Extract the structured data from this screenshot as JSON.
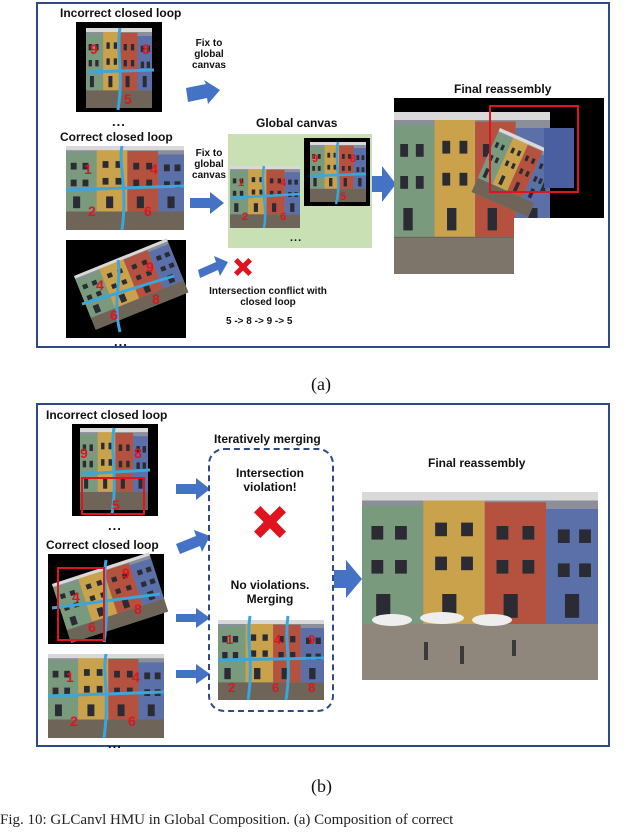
{
  "panel_a": {
    "incorrect_label": "Incorrect closed loop",
    "correct_label": "Correct closed loop",
    "fix_label_1": "Fix to global canvas",
    "fix_label_2": "Fix to global canvas",
    "global_canvas_label": "Global canvas",
    "final_label": "Final reassembly",
    "conflict_label": "Intersection conflict with closed loop",
    "conflict_loop": "5 -> 8 -> 9 -> 5",
    "ellipsis": "...",
    "sublabel": "(a)",
    "incorrect_nums": [
      "9",
      "8",
      "5"
    ],
    "correct_nums": [
      "1",
      "4",
      "2",
      "6"
    ],
    "third_nums": [
      "9",
      "4",
      "8",
      "6"
    ],
    "canvas_nums": [
      "1",
      "4",
      "2",
      "6"
    ],
    "canvas_small_nums": [
      "9",
      "8",
      "5"
    ]
  },
  "panel_b": {
    "incorrect_label": "Incorrect closed loop",
    "correct_label": "Correct closed loop",
    "iter_label": "Iteratively merging",
    "violation_label": "Intersection violation!",
    "merge_label": "No violations. Merging",
    "final_label": "Final reassembly",
    "ellipsis": "...",
    "sublabel": "(b)",
    "incorrect_nums": [
      "9",
      "8",
      "5"
    ],
    "correct_nums": [
      "9",
      "4",
      "8",
      "6"
    ],
    "third_nums": [
      "1",
      "4",
      "2",
      "6"
    ],
    "merge_nums": [
      "1",
      "4",
      "9",
      "2",
      "6",
      "8"
    ]
  },
  "caption": "Fig. 10: GLCanvl HMU in Global Composition. (a) Composition of correct"
}
